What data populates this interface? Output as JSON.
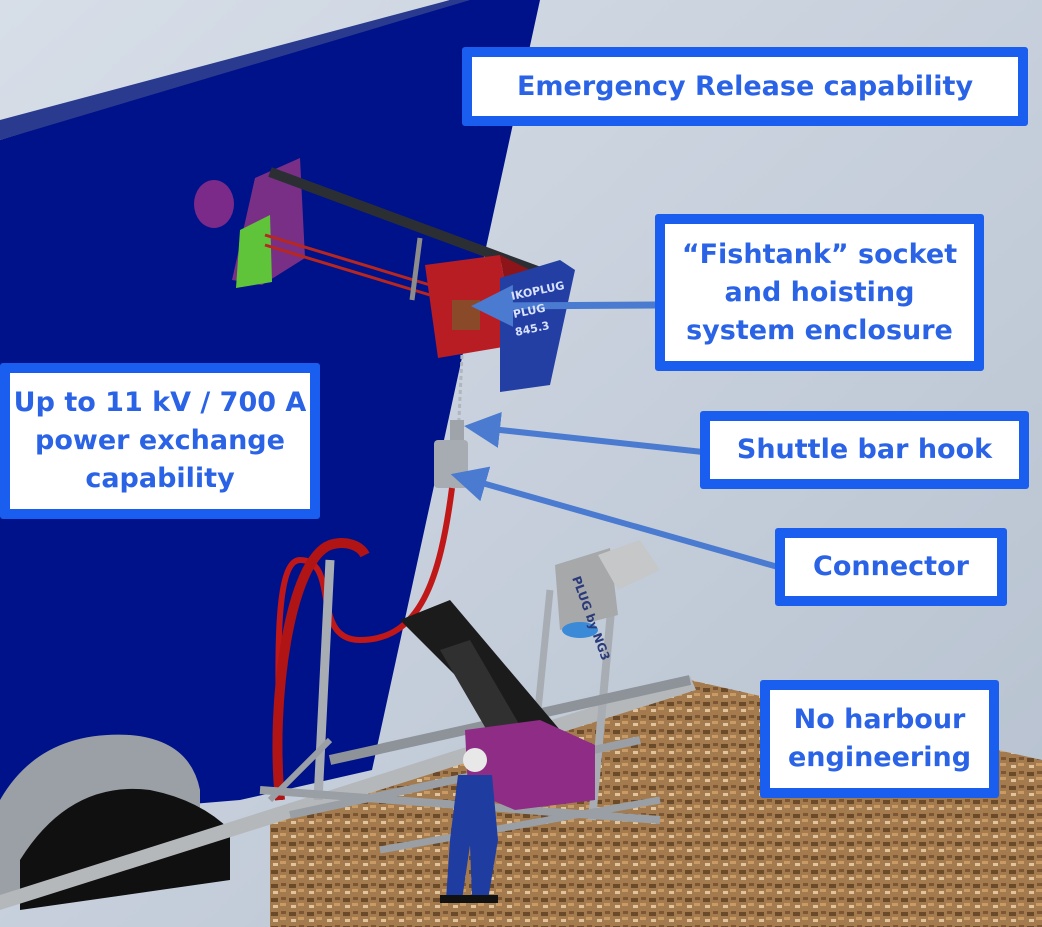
{
  "callouts": {
    "emergency_release": "Emergency Release capability",
    "fishtank_line1": "“Fishtank” socket",
    "fishtank_line2": "and hoisting",
    "fishtank_line3": "system enclosure",
    "power_line1": "Up to 11 kV / 700 A",
    "power_line2": "power exchange",
    "power_line3": "capability",
    "shuttle_bar_hook": "Shuttle bar hook",
    "connector": "Connector",
    "harbour_line1": "No harbour",
    "harbour_line2": "engineering"
  },
  "equipment_labels": {
    "enclosure_label": "IKOPLUG PLUG 845.3",
    "box_label": "PLUG by NG3"
  },
  "colors": {
    "callout_border": "#1a5ef0",
    "callout_text": "#2a63e6",
    "hull": "#00128a",
    "arrow": "#4a7bd0",
    "cable": "#c01818"
  }
}
